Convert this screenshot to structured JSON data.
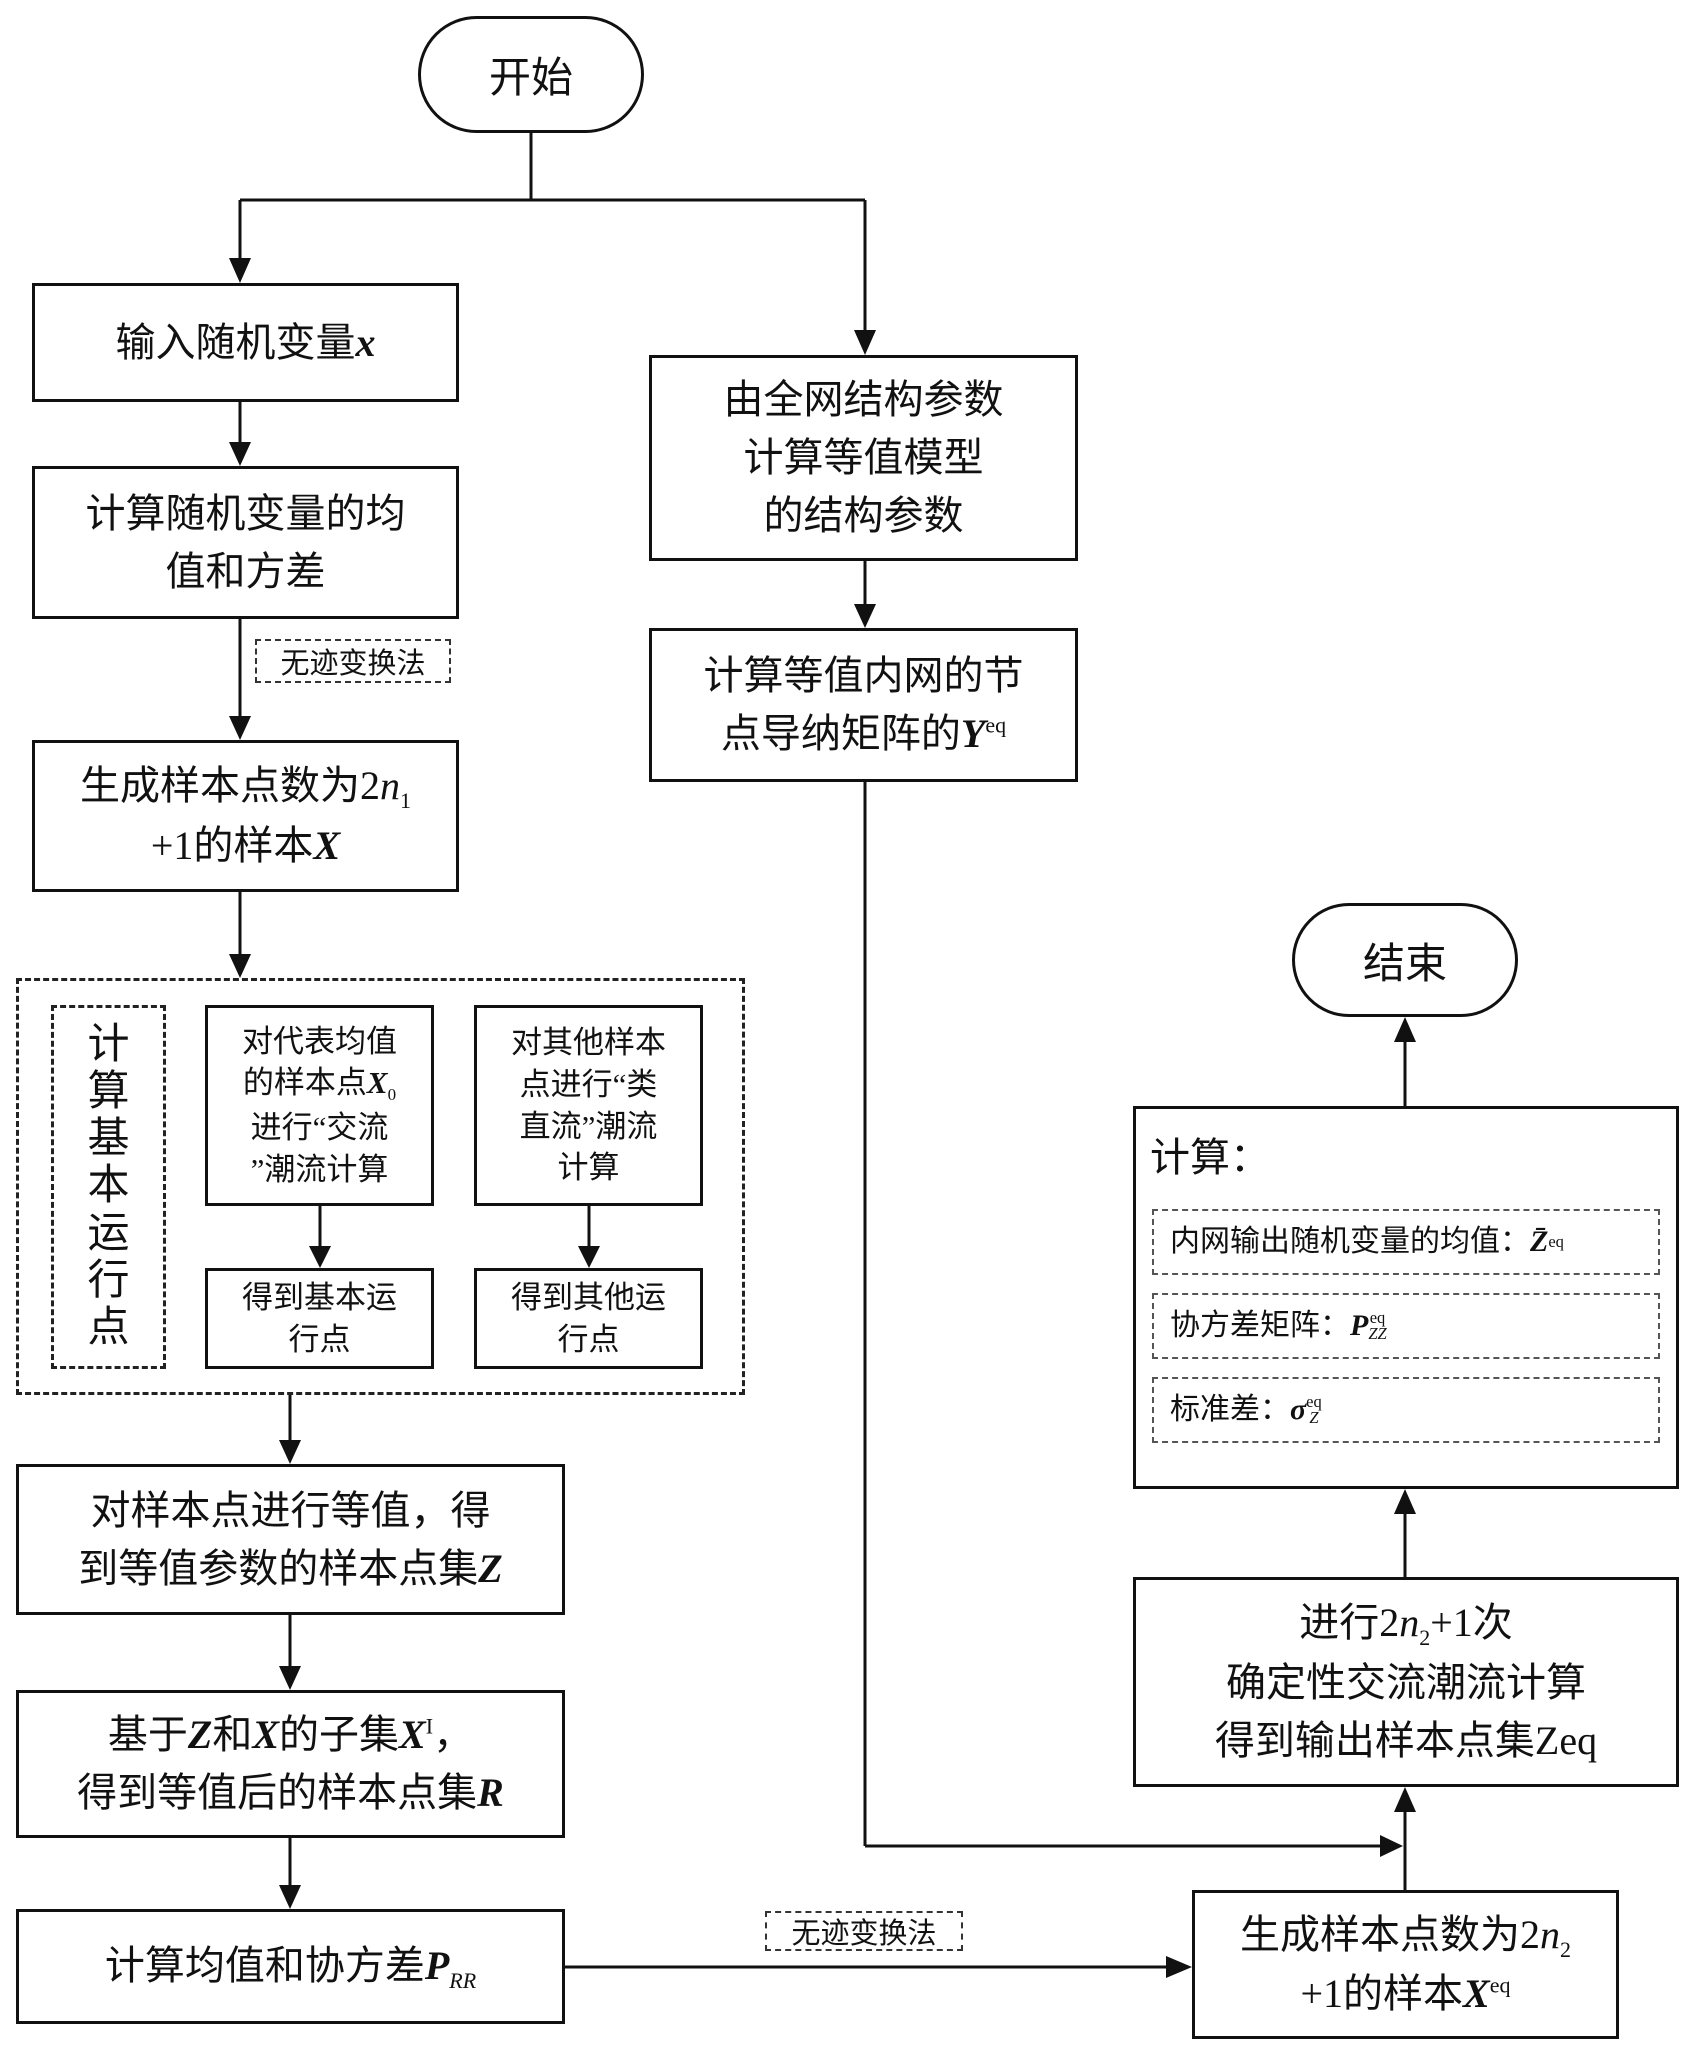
{
  "start": "开始",
  "end": "结束",
  "left": {
    "input": {
      "text": "输入随机变量",
      "var": "x"
    },
    "mean_var": {
      "line1": "计算随机变量的均",
      "line2": "值和方差"
    },
    "ut_label": "无迹变换法",
    "gen_samples": {
      "line1_pre": "生成样本点数为2",
      "n": "n",
      "sub": "1",
      "line2_pre": "+1的样本",
      "var": "X"
    },
    "group": {
      "title": "计算基本运行点",
      "ac": {
        "l1": "对代表均值",
        "l2_pre": "的样本点",
        "var": "X",
        "sub": "0",
        "l3": "进行“交流",
        "l4": "”潮流计算"
      },
      "dc": {
        "l1": "对其他样本",
        "l2": "点进行“类",
        "l3": "直流”潮流",
        "l4": "计算"
      },
      "ac_result": {
        "l1": "得到基本运",
        "l2": "行点"
      },
      "dc_result": {
        "l1": "得到其他运",
        "l2": "行点"
      }
    },
    "equiv": {
      "line1": "对样本点进行等值，得",
      "line2_pre": "到等值参数的样本点集",
      "var": "Z"
    },
    "subset": {
      "pre": "基于",
      "z": "Z",
      "and": "和",
      "x": "X",
      "mid": "的子集",
      "xi": "X",
      "sup": "I",
      "comma": "，",
      "line2_pre": "得到等值后的样本点集",
      "r": "R"
    },
    "cov": {
      "pre": "计算均值和协方差",
      "p": "P",
      "sub": "RR"
    }
  },
  "right": {
    "struct": {
      "l1": "由全网结构参数",
      "l2": "计算等值模型",
      "l3": "的结构参数"
    },
    "admittance": {
      "l1": "计算等值内网的节",
      "l2_pre": "点导纳矩阵的",
      "y": "Y",
      "sup": "eq"
    },
    "ut_label": "无迹变换法",
    "gen_samples2": {
      "l1_pre": "生成样本点数为2",
      "n": "n",
      "sub": "2",
      "l2_pre": "+1的样本",
      "x": "X",
      "sup": "eq"
    },
    "powerflow": {
      "l1_pre": "进行2",
      "n": "n",
      "sub": "2",
      "l1_post": "+1次",
      "l2": "确定性交流潮流计算",
      "l3": "得到输出样本点集Zeq"
    },
    "compute": {
      "title": "计算：",
      "items": [
        {
          "label": "内网输出随机变量的均值：",
          "sym": "Z̄",
          "sup": "eq",
          "sub": ""
        },
        {
          "label": "协方差矩阵：",
          "sym": "P",
          "sup": "eq",
          "sub": "ZZ"
        },
        {
          "label": "标准差：",
          "sym": "σ",
          "sup": "eq",
          "sub": "Z"
        }
      ]
    }
  }
}
